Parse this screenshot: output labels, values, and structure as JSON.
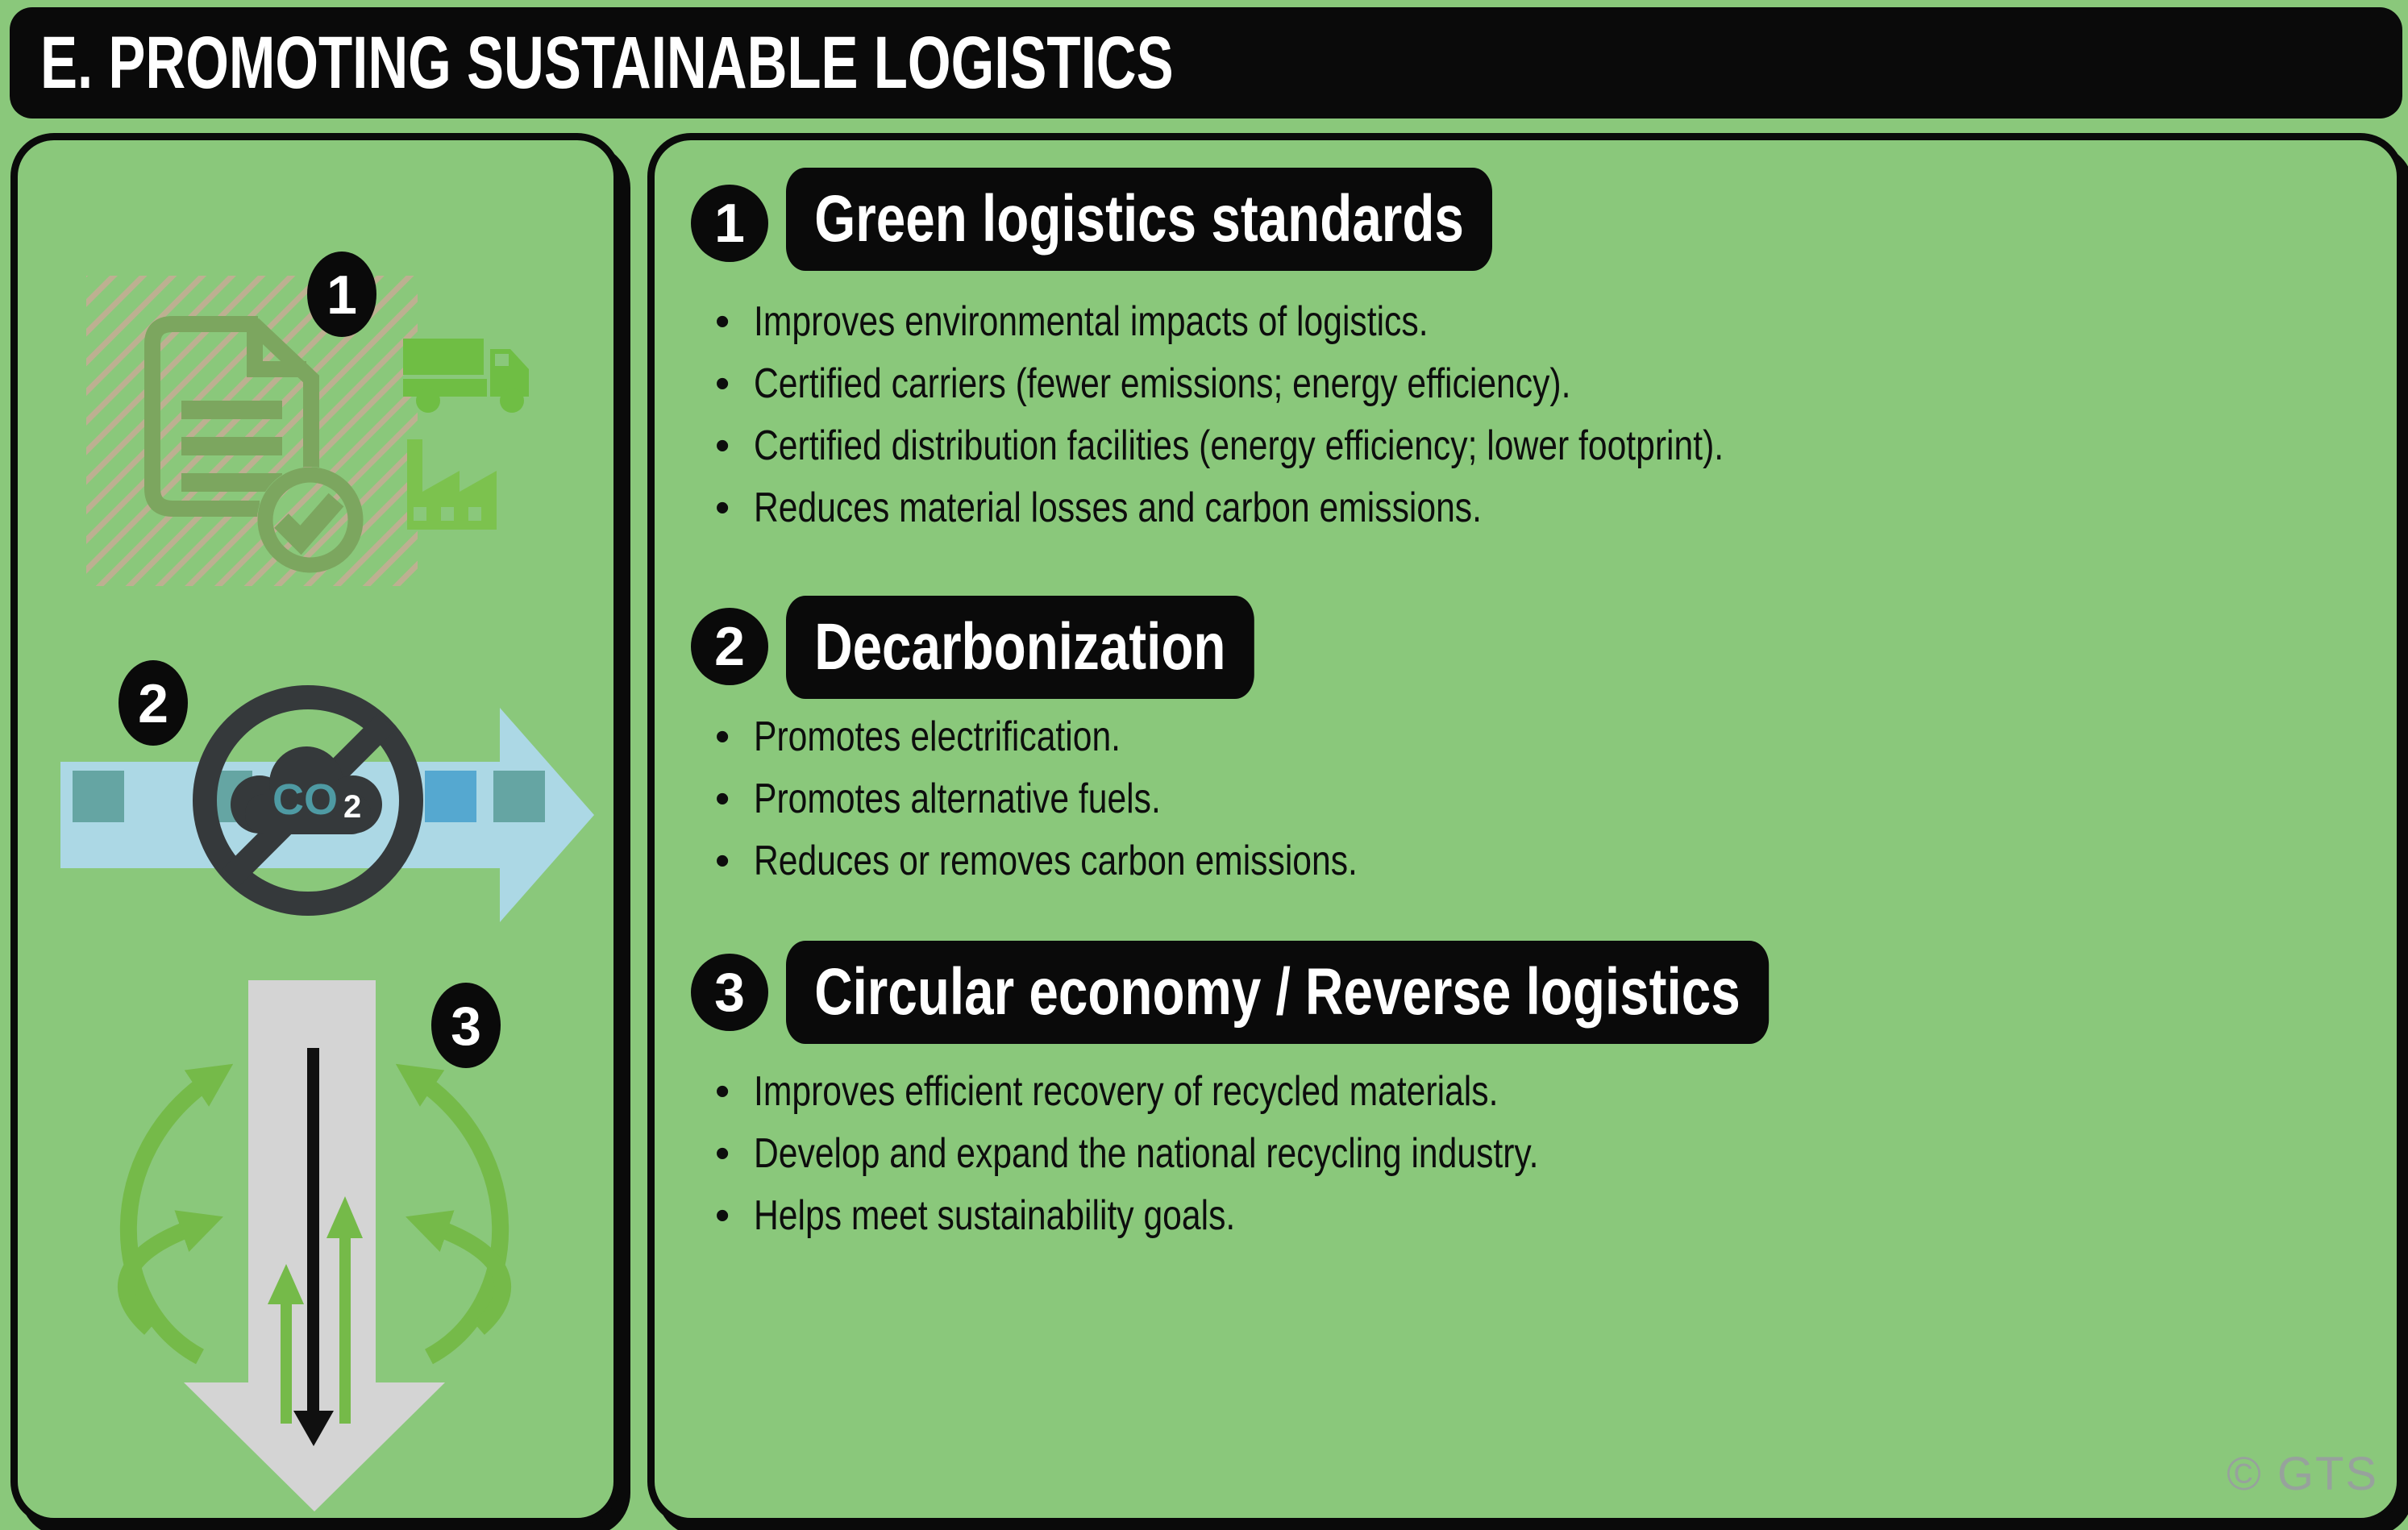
{
  "title": "E. PROMOTING SUSTAINABLE LOGISTICS",
  "watermark": "© GTS",
  "colors": {
    "background_green": "#8AC87B",
    "black": "#0A0A0A",
    "icon_bright_green": "#6FBE44",
    "icon_olive_green": "#7CA65F",
    "hatch_tan": "#BDB091",
    "arrow_light_blue": "#ACD8E5",
    "square_teal": "#65A5A3",
    "square_blue": "#55A8D0",
    "co2_dark_gray": "#35393B",
    "co2_teal": "#4E9AA3",
    "big_arrow_gray": "#D4D4D4",
    "curved_arrow_green": "#75BA49",
    "watermark_gray": "#999EA0"
  },
  "left_panel": {
    "icons": [
      {
        "badge": "1",
        "name": "certified-document-truck-factory"
      },
      {
        "badge": "2",
        "name": "no-co2-flow-arrow",
        "co2_text": "CO",
        "co2_subscript": "2"
      },
      {
        "badge": "3",
        "name": "reverse-logistics-recovery-arrows"
      }
    ]
  },
  "sections": [
    {
      "badge": "1",
      "heading": "Green logistics standards",
      "bullets": [
        "Improves environmental impacts of logistics.",
        "Certified carriers (fewer emissions; energy efficiency).",
        "Certified distribution facilities (energy efficiency; lower footprint).",
        "Reduces material losses and carbon emissions."
      ]
    },
    {
      "badge": "2",
      "heading": "Decarbonization",
      "bullets": [
        "Promotes electrification.",
        "Promotes alternative fuels.",
        "Reduces or removes carbon emissions."
      ]
    },
    {
      "badge": "3",
      "heading": "Circular economy / Reverse logistics",
      "bullets": [
        "Improves efficient recovery of recycled materials.",
        "Develop and expand the national recycling industry.",
        "Helps meet sustainability goals."
      ]
    }
  ]
}
